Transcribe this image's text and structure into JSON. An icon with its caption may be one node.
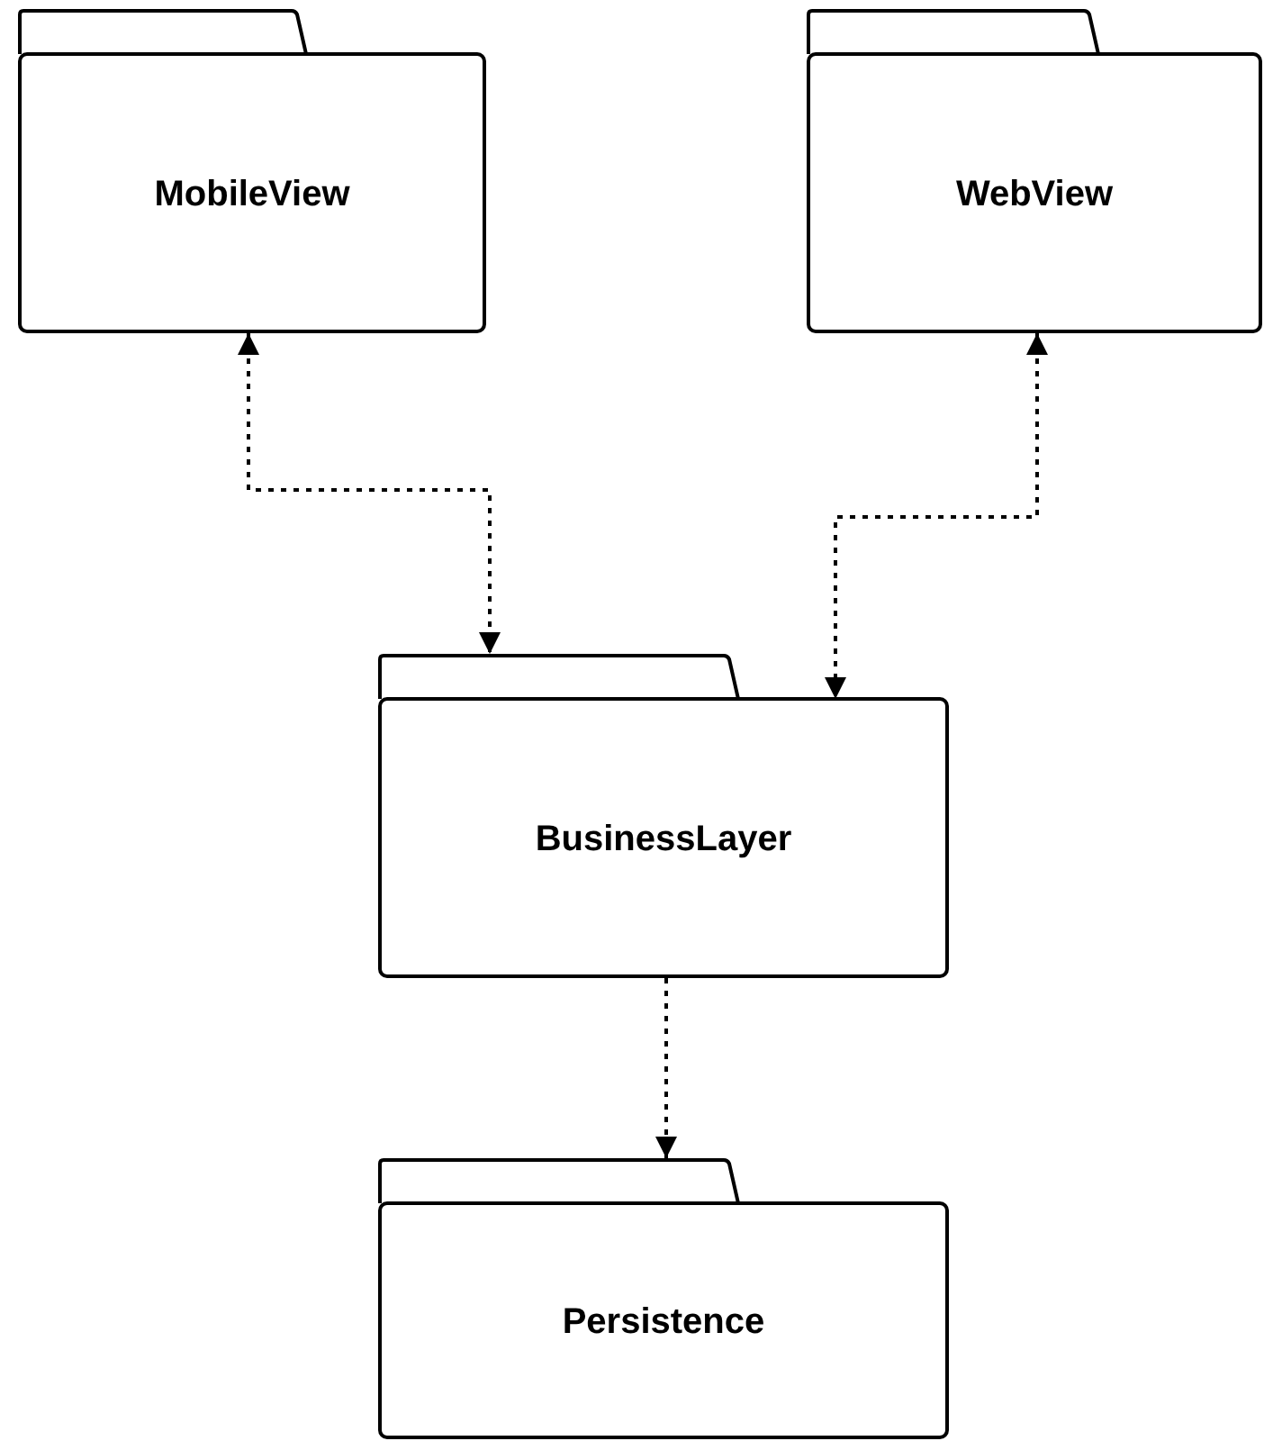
{
  "diagram": {
    "nodes": [
      {
        "text": [
          "MobileView"
        ]
      },
      {
        "text": [
          "WebView"
        ]
      },
      {
        "text": [
          "BusinessLayer"
        ]
      },
      {
        "text": [
          "Persistence"
        ]
      }
    ],
    "edges": [
      {
        "from": 0,
        "to": 2,
        "arrow": "both",
        "style": "dashed"
      },
      {
        "from": 1,
        "to": 2,
        "arrow": "both",
        "style": "dashed"
      },
      {
        "from": 2,
        "to": 3,
        "arrow": "to",
        "style": "dashed"
      }
    ]
  }
}
